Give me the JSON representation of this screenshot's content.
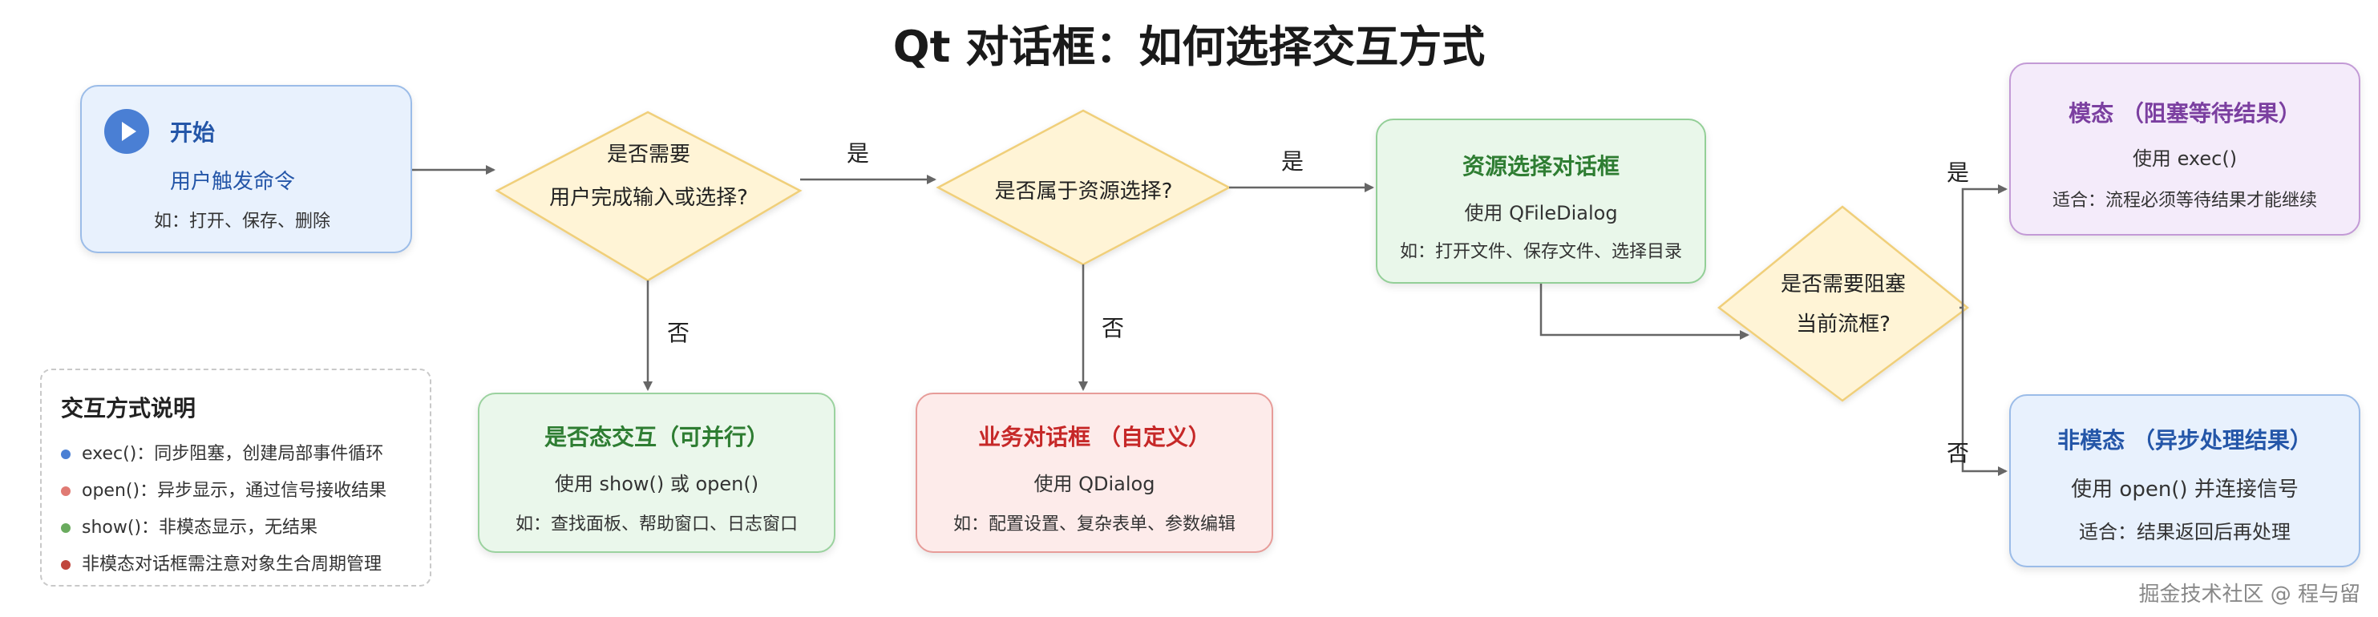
{
  "title": "Qt 对话框：如何选择交互方式",
  "nodes": {
    "start": {
      "title": "开始",
      "line2": "用户触发命令",
      "line3": "如：打开、保存、删除"
    },
    "decision1": {
      "line1": "是否需要",
      "line2": "用户完成输入或选择?"
    },
    "decision2": {
      "line1": "是否属于资源选择?"
    },
    "decision3": {
      "line1": "是否需要阻塞",
      "line2": "当前流框?"
    },
    "resource": {
      "title": "资源选择对话框",
      "line2": "使用 QFileDialog",
      "line3": "如：打开文件、保存文件、选择目录"
    },
    "modal": {
      "title": "模态 （阻塞等待结果）",
      "line2": "使用 exec()",
      "line3": "适合：流程必须等待结果才能继续"
    },
    "nonmodal": {
      "title": "非模态 （异步处理结果）",
      "line2": "使用 open() 并连接信号",
      "line3": "适合：结果返回后再处理"
    },
    "yesno": {
      "title": "是否态交互（可并行）",
      "line2": "使用 show() 或 open()",
      "line3": "如：查找面板、帮助窗口、日志窗口"
    },
    "business": {
      "title": "业务对话框 （自定义）",
      "line2": "使用 QDialog",
      "line3": "如：配置设置、复杂表单、参数编辑"
    }
  },
  "edge_labels": {
    "d1_yes": "是",
    "d1_no": "否",
    "d2_yes": "是",
    "d2_no": "否",
    "d3_yes": "是",
    "d3_no": "否"
  },
  "legend": {
    "title": "交互方式说明",
    "items": [
      {
        "text": "exec()：同步阻塞，创建局部事件循环",
        "color": "#4a7fd4"
      },
      {
        "text": "open()：异步显示，通过信号接收结果",
        "color": "#e07a73"
      },
      {
        "text": "show()：非模态显示，无结果",
        "color": "#6aab5e"
      },
      {
        "text": "非模态对话框需注意对象生合周期管理",
        "color": "#c0463d"
      }
    ]
  },
  "colors": {
    "start_text": "#2456a8",
    "resource_text": "#2e7d32",
    "modal_text": "#7b3fa0",
    "nonmodal_text": "#2456a8",
    "yesno_text": "#2e7d32",
    "business_text": "#c62828",
    "diamond_fill": "#fff4d6",
    "diamond_stroke": "#f0cf7a",
    "arrow": "#666666"
  },
  "watermark": "掘金技术社区 @ 程与留"
}
